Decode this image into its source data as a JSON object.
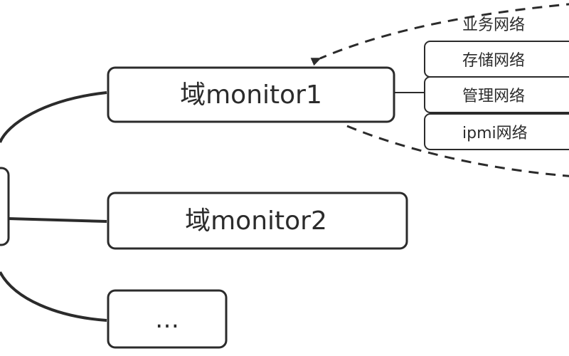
{
  "diagram": {
    "nodes": [
      {
        "id": "monitor1",
        "label": "域monitor1"
      },
      {
        "id": "monitor2",
        "label": "域monitor2"
      },
      {
        "id": "more",
        "label": "…"
      }
    ],
    "networks": [
      {
        "id": "business",
        "label": "业务网络"
      },
      {
        "id": "storage",
        "label": "存储网络"
      },
      {
        "id": "management",
        "label": "管理网络"
      },
      {
        "id": "ipmi",
        "label": "ipmi网络"
      }
    ],
    "colors": {
      "stroke": "#2b2b2b",
      "text": "#2b2b2b",
      "background": "#ffffff"
    }
  }
}
